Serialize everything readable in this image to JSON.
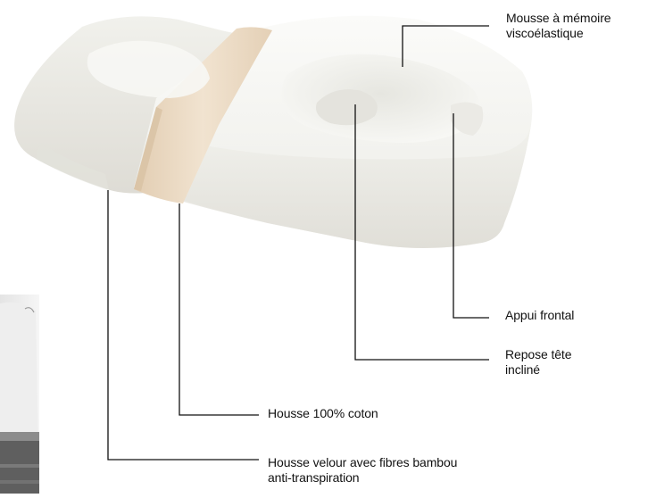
{
  "labels": {
    "memory_foam": [
      "Mousse à mémoire",
      "viscoélastique"
    ],
    "front_support": "Appui frontal",
    "inclined_headrest": [
      "Repose tête",
      "incliné"
    ],
    "cotton_cover": "Housse 100% coton",
    "velour_cover": [
      "Housse velour avec fibres bambou",
      "anti-transpiration"
    ]
  },
  "colors": {
    "background": "#ffffff",
    "pillow": "#f3f3ef",
    "band": "#ead9c2",
    "leader_line": "#111111",
    "text": "#111111"
  }
}
